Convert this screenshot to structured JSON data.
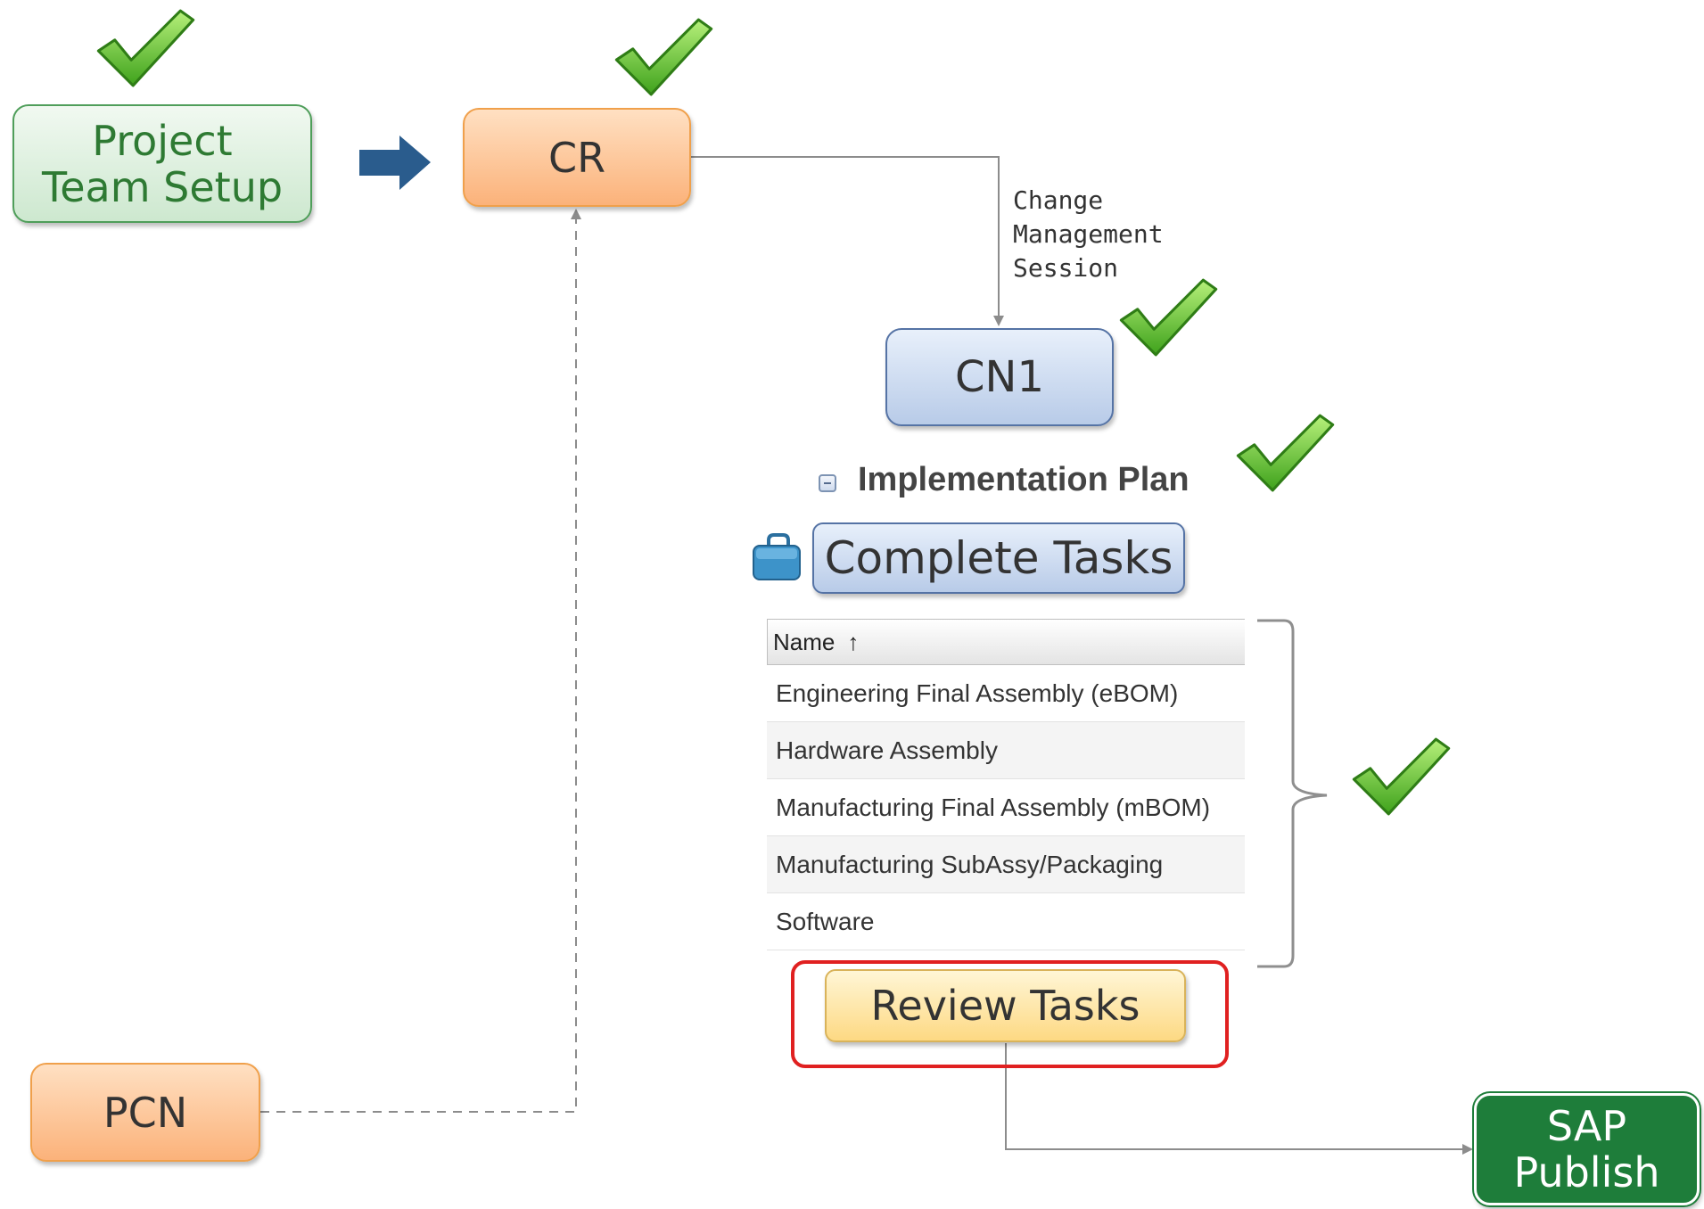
{
  "nodes": {
    "project_team_setup": {
      "line1": "Project",
      "line2": "Team Setup"
    },
    "cr": "CR",
    "pcn": "PCN",
    "cn1": "CN1",
    "complete_tasks": "Complete Tasks",
    "review_tasks": "Review Tasks",
    "sap_publish": {
      "line1": "SAP",
      "line2": "Publish"
    }
  },
  "annotation": {
    "change_management_session": "Change\nManagement\nSession"
  },
  "implementation_plan": {
    "title": "Implementation Plan"
  },
  "task_table": {
    "header": "Name",
    "sort_indicator": "↑",
    "rows": [
      "Engineering Final Assembly (eBOM)",
      "Hardware Assembly",
      "Manufacturing Final Assembly (mBOM)",
      "Manufacturing SubAssy/Packaging",
      "Software"
    ]
  },
  "icons": [
    "checkmark-icon",
    "arrow-right-icon",
    "briefcase-icon",
    "minus-box-icon",
    "curly-brace-icon"
  ],
  "colors": {
    "checkmark": "#6fcf2f",
    "arrow": "#2a5c8d",
    "highlight_frame": "#e02020",
    "sap_node": "#1e7d3a"
  }
}
